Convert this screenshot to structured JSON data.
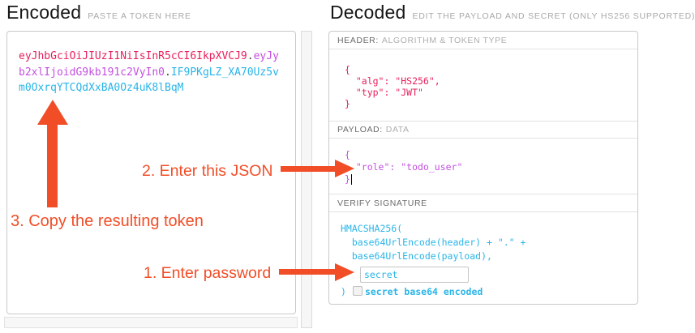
{
  "encoded": {
    "title": "Encoded",
    "subtitle": "PASTE A TOKEN HERE",
    "token": {
      "line1_header": "eyJhbGciOiJIUzI1NiIsInR5cCI6IkpXVCJ9",
      "line1_dot": ".",
      "line1_payload": "eyJy",
      "line2_payload": "b2xlIjoidG9kb191c2VyIn0",
      "line2_dot": ".",
      "line2_signature": "IF9PKgLZ_XA70Uz5v",
      "line3_signature": "m0OxrqYTCQdXxBA0Oz4uK8lBqM"
    }
  },
  "decoded": {
    "title": "Decoded",
    "subtitle": "EDIT THE PAYLOAD AND SECRET (ONLY HS256 SUPPORTED)",
    "header_section": {
      "label_strong": "HEADER:",
      "label_rest": "ALGORITHM & TOKEN TYPE",
      "code_lines": [
        "{",
        "  \"alg\": \"HS256\",",
        "  \"typ\": \"JWT\"",
        "}"
      ]
    },
    "payload_section": {
      "label_strong": "PAYLOAD:",
      "label_rest": "DATA",
      "code_lines": [
        "{",
        "  \"role\": \"todo_user\"",
        "}"
      ]
    },
    "signature_section": {
      "label": "VERIFY SIGNATURE",
      "code_line1": "HMACSHA256(",
      "code_line2": "  base64UrlEncode(header) + \".\" +",
      "code_line3": "  base64UrlEncode(payload),",
      "secret_value": "secret",
      "close_paren": ")",
      "checkbox_label": "secret base64 encoded",
      "checkbox_checked": false
    }
  },
  "annotations": {
    "step1": "1. Enter password",
    "step2": "2. Enter this JSON",
    "step3": "3. Copy the resulting token"
  },
  "colors": {
    "header_part": "#e91e5b",
    "payload_part": "#c44fe2",
    "signature_part": "#2ab5e8",
    "annotation": "#f14e28"
  }
}
